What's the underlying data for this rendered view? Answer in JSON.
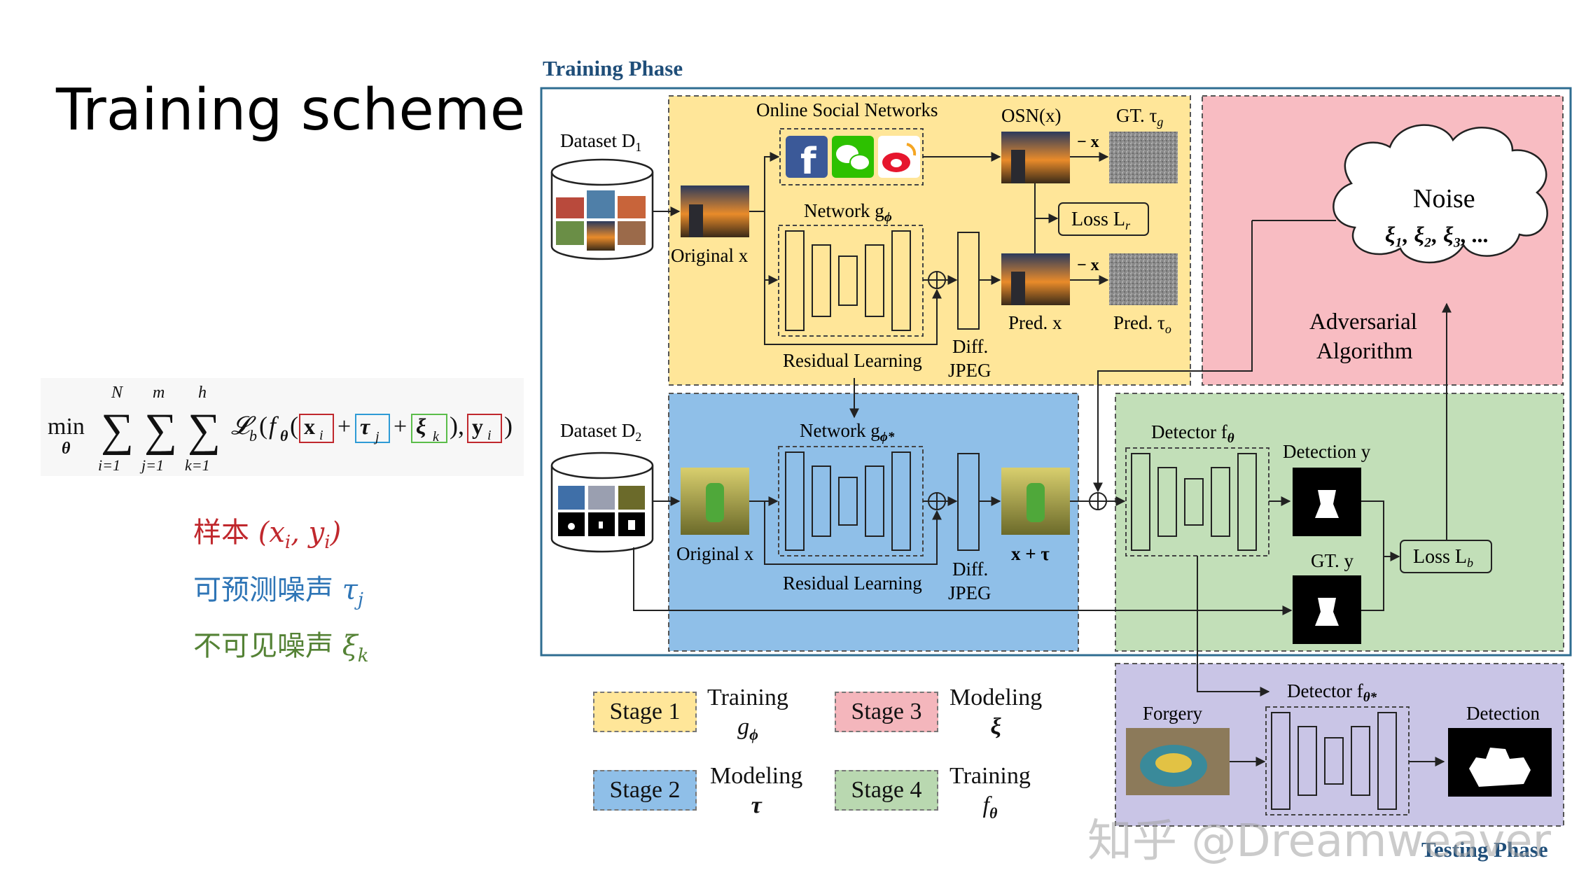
{
  "slide": {
    "title": "Training scheme",
    "watermark": "知乎 @Dreamweaver"
  },
  "formula": {
    "min": "min",
    "theta": "θ",
    "sum_tops": [
      "N",
      "m",
      "h"
    ],
    "sum_bottoms": [
      "i=1",
      "j=1",
      "k=1"
    ],
    "loss": "𝓛",
    "loss_sub": "b",
    "f": "f",
    "f_sub": "θ",
    "x": "x",
    "x_sub": "i",
    "tau": "τ",
    "tau_sub": "j",
    "xi": "ξ",
    "xi_sub": "k",
    "y": "y",
    "y_sub": "i",
    "plus": "+",
    "paren_open": "(",
    "paren_close": ")",
    "comma": ","
  },
  "legend": {
    "sample_label": "样本",
    "sample_sym": "(x",
    "sample_sub_i": "i",
    "sample_mid": ", y",
    "sample_sub_i2": "i",
    "sample_close": ")",
    "predictable_label": "可预测噪声",
    "predictable_sym": "τ",
    "predictable_sub": "j",
    "invisible_label": "不可见噪声",
    "invisible_sym": "ξ",
    "invisible_sub": "k",
    "colors": {
      "sample": "#c0282d",
      "predictable": "#2e75b6",
      "invisible": "#548235"
    }
  },
  "diagram": {
    "training_phase": "Training Phase",
    "testing_phase": "Testing Phase",
    "dataset1": "Dataset D",
    "dataset1_sub": "1",
    "dataset2": "Dataset D",
    "dataset2_sub": "2",
    "osn_title": "Online Social Networks",
    "original_x": "Original x",
    "network_g_phi": "Network g",
    "network_g_phi_sub": "ϕ",
    "network_g_phi2": "Network g",
    "network_g_phi2_sub": "ϕ*",
    "osn_x": "OSN(x)",
    "gt_tau_g": "GT. τ",
    "gt_tau_g_sub": "g",
    "minus_x": "− x",
    "loss_lr": "Loss L",
    "loss_lr_sub": "r",
    "pred_x": "Pred. x",
    "pred_tau_o": "Pred. τ",
    "pred_tau_o_sub": "o",
    "residual_learning": "Residual Learning",
    "diff": "Diff.",
    "jpeg": "JPEG",
    "x_plus_tau": "x + τ",
    "noise": "Noise",
    "noise_seq": "ξ₁, ξ₂, ξ₃, ...",
    "adversarial_1": "Adversarial",
    "adversarial_2": "Algorithm",
    "detector_f": "Detector f",
    "detector_f_sub": "θ",
    "detection_y": "Detection y",
    "gt_y": "GT. y",
    "loss_lb": "Loss L",
    "loss_lb_sub": "b",
    "detector_f_star": "Detector f",
    "detector_f_star_sub": "θ*",
    "forgery": "Forgery",
    "detection": "Detection"
  },
  "stages": [
    {
      "label": "Stage 1",
      "desc1": "Training",
      "desc2": "g",
      "desc2_sub": "ϕ",
      "color": "#ffe699"
    },
    {
      "label": "Stage 2",
      "desc1": "Modeling",
      "desc2": "τ",
      "desc2_sub": "",
      "color": "#8fbfe8"
    },
    {
      "label": "Stage 3",
      "desc1": "Modeling",
      "desc2": "ξ",
      "desc2_sub": "",
      "color": "#f4b6bc"
    },
    {
      "label": "Stage 4",
      "desc1": "Training",
      "desc2": "f",
      "desc2_sub": "θ",
      "color": "#b9d8b0"
    }
  ],
  "colors": {
    "stage1": "#ffe699",
    "stage2": "#8fbfe8",
    "stage3": "#f8bcc2",
    "stage4": "#c2dfb8",
    "testing": "#c9c5e6",
    "frame": "#2f6d91",
    "phase_text": "#1f4e79"
  }
}
